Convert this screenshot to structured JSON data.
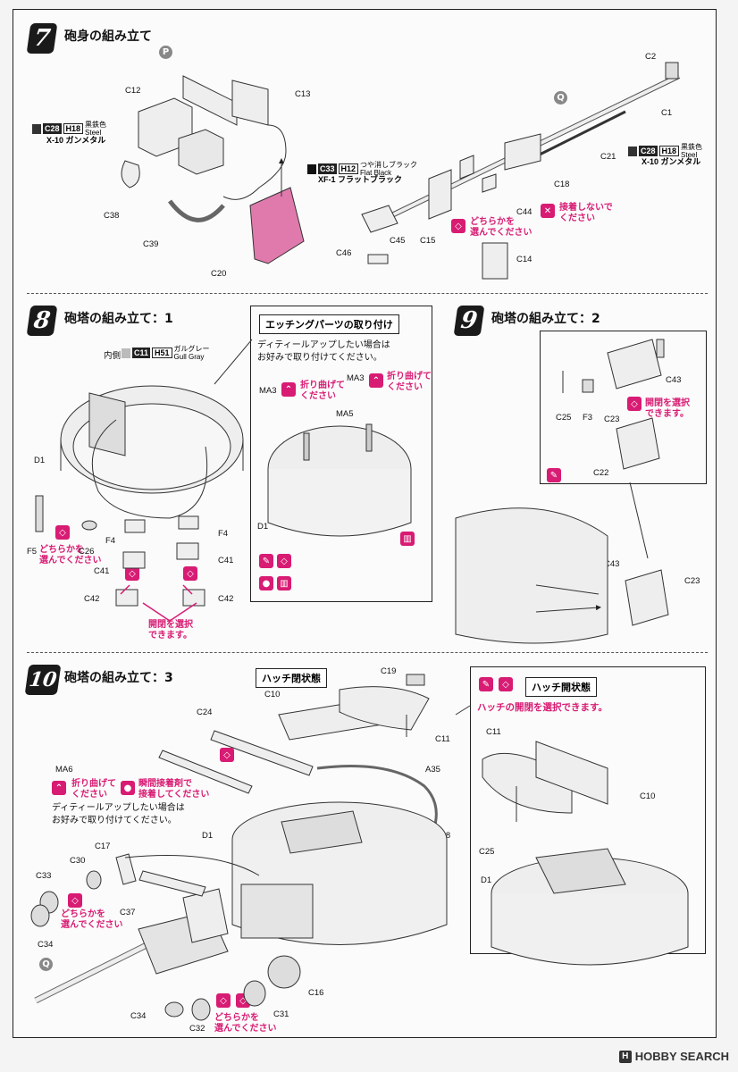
{
  "step7": {
    "number": "7",
    "title": "砲身の組み立て",
    "marker_p": "P",
    "marker_q": "Q",
    "paint_c28_left": {
      "code": "C28",
      "h": "H18",
      "name_jp": "黒鉄色",
      "name_en": "Steel",
      "sub": "X-10 ガンメタル"
    },
    "paint_c28_right": {
      "code": "C28",
      "h": "H18",
      "name_jp": "黒鉄色",
      "name_en": "Steel",
      "sub": "X-10 ガンメタル"
    },
    "paint_c33": {
      "code": "C33",
      "h": "H12",
      "name_jp": "つや消しブラック",
      "name_en": "Flat Black",
      "sub": "XF-1 フラットブラック"
    },
    "choose_note": "どちらかを\n選んでください",
    "no_glue_note": "接着しないで\nください",
    "labels": [
      "C12",
      "C13",
      "C38",
      "C39",
      "C20",
      "C2",
      "C1",
      "C21",
      "C18",
      "C44",
      "C45",
      "C15",
      "C46",
      "C14"
    ]
  },
  "step8": {
    "number": "8",
    "title": "砲塔の組み立て：1",
    "inner_label": "内側",
    "paint_c11": {
      "code": "C11",
      "h": "H51",
      "name_jp": "ガルグレー",
      "name_en": "Gull Gray"
    },
    "etch_box_title": "エッチングパーツの取り付け",
    "etch_note": "ディティールアップしたい場合は\nお好みで取り付けてください。",
    "fold_note": "折り曲げて\nください",
    "choose_note": "どちらかを\n選んでください",
    "open_close_note": "開閉を選択\nできます。",
    "labels": [
      "D1",
      "F5",
      "C26",
      "F4",
      "F4",
      "C41",
      "C41",
      "C42",
      "C42",
      "MA3",
      "MA3",
      "MA5",
      "D1"
    ]
  },
  "step9": {
    "number": "9",
    "title": "砲塔の組み立て：2",
    "open_close_note": "開閉を選択\nできます。",
    "labels": [
      "C43",
      "C25",
      "F3",
      "C23",
      "C22",
      "C43",
      "C23"
    ]
  },
  "step10": {
    "number": "10",
    "title": "砲塔の組み立て：3",
    "hatch_closed_title": "ハッチ閉状態",
    "hatch_open_title": "ハッチ開状態",
    "hatch_open_note": "ハッチの開閉を選択できます。",
    "fold_note": "折り曲げて\nください",
    "glue_note": "瞬間接着剤で\n接着してください",
    "etch_note": "ディティールアップしたい場合は\nお好みで取り付けてください。",
    "choose_note": "どちらかを\n選んでください",
    "marker_q": "Q",
    "labels": [
      "C19",
      "C10",
      "C11",
      "C24",
      "A35",
      "C8",
      "MA6",
      "D1",
      "C17",
      "C30",
      "C33",
      "C37",
      "C34",
      "C16",
      "C34",
      "C32",
      "C31",
      "C11",
      "C10",
      "C25",
      "D1"
    ]
  },
  "watermark": {
    "logo": "H",
    "text": "HOBBY SEARCH"
  }
}
